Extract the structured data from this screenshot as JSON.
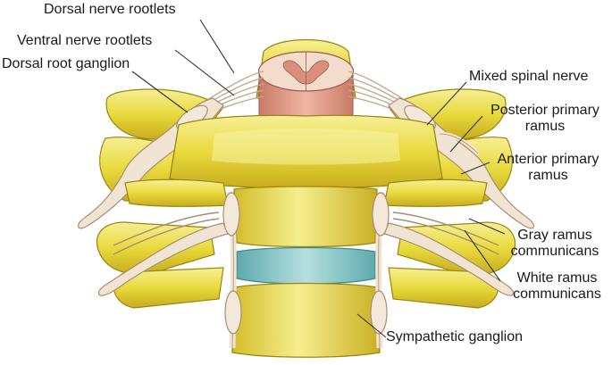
{
  "labels": {
    "dorsal_nerve_rootlets": "Dorsal nerve rootlets",
    "ventral_nerve_rootlets": "Ventral nerve rootlets",
    "dorsal_root_ganglion": "Dorsal root ganglion",
    "mixed_spinal_nerve": "Mixed spinal nerve",
    "posterior_primary_ramus": [
      "Posterior primary",
      "ramus"
    ],
    "anterior_primary_ramus": [
      "Anterior primary",
      "ramus"
    ],
    "gray_ramus_communicans": [
      "Gray ramus",
      "communicans"
    ],
    "white_ramus_communicans": [
      "White ramus",
      "communicans"
    ],
    "sympathetic_ganglion": "Sympathetic ganglion"
  },
  "colors": {
    "bone": "#e8da3c",
    "bone_light": "#f5ec8a",
    "bone_dark": "#b59c16",
    "nerve": "#f1e4d3",
    "nerve_shadow": "#c9b49c",
    "cord_white": "#f2d7c8",
    "cord_gray": "#d98f7c",
    "disc": "#7fc5c7",
    "leader_line": "#333333"
  }
}
